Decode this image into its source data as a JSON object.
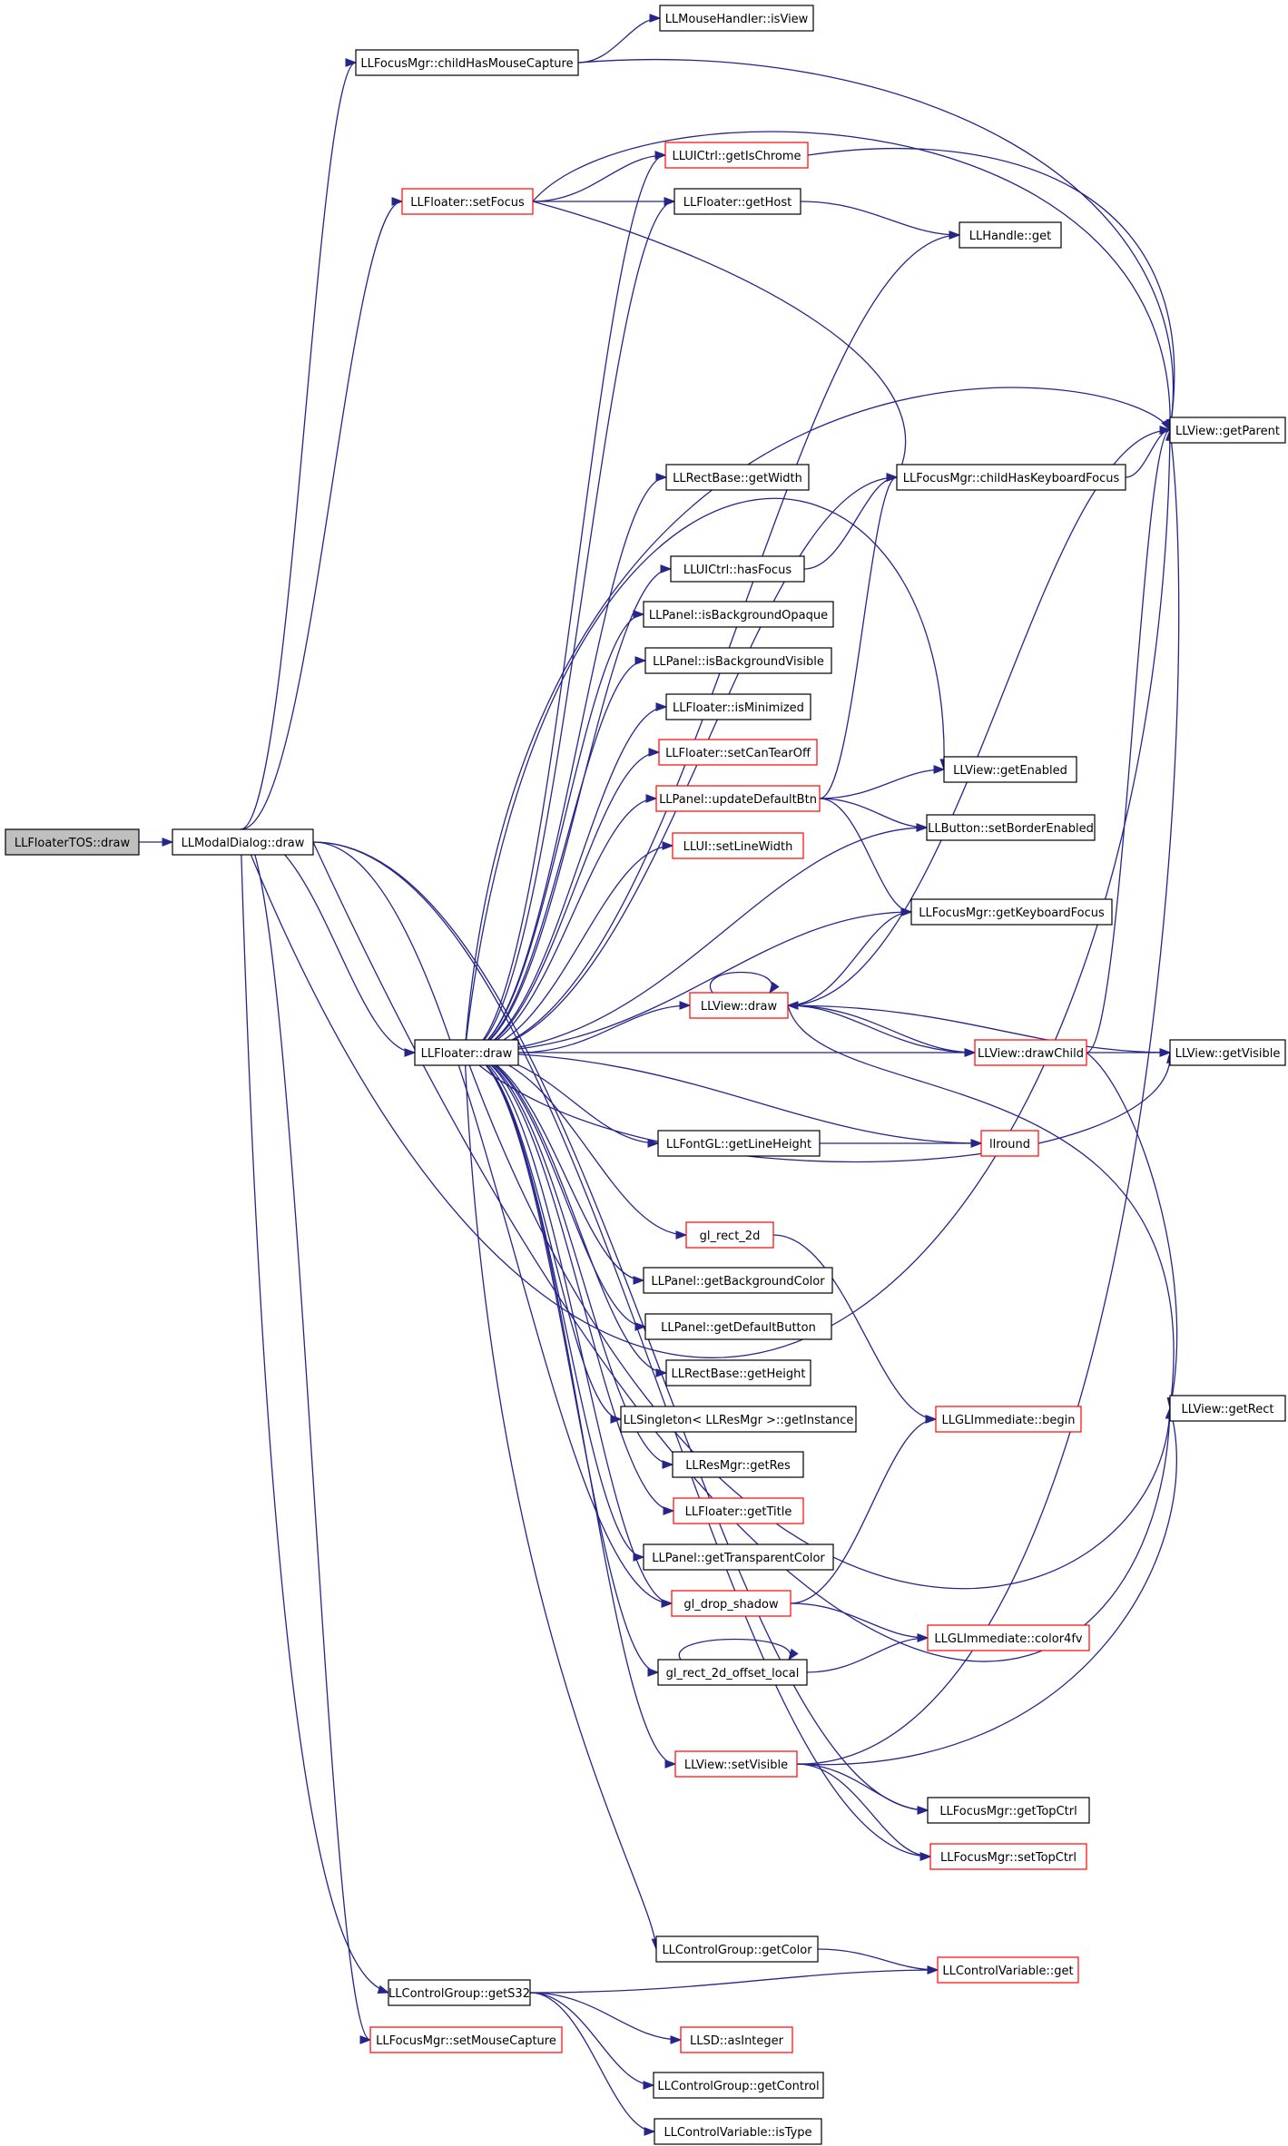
{
  "diagram": {
    "colors": {
      "edge": "#25258a",
      "node_border": "#000000",
      "node_border_undocumented": "#ff0000",
      "root_fill": "#bfbfbf",
      "node_fill": "#ffffff"
    },
    "nodes": [
      {
        "id": "root",
        "label": "LLFloaterTOS::draw",
        "style": "root"
      },
      {
        "id": "modal",
        "label": "LLModalDialog::draw",
        "style": "normal"
      },
      {
        "id": "mouseCapture",
        "label": "LLFocusMgr::childHasMouseCapture",
        "style": "normal"
      },
      {
        "id": "isView",
        "label": "LLMouseHandler::isView",
        "style": "normal"
      },
      {
        "id": "setFocus",
        "label": "LLFloater::setFocus",
        "style": "red"
      },
      {
        "id": "isChrome",
        "label": "LLUICtrl::getIsChrome",
        "style": "red"
      },
      {
        "id": "getHost",
        "label": "LLFloater::getHost",
        "style": "normal"
      },
      {
        "id": "handleGet",
        "label": "LLHandle::get",
        "style": "normal"
      },
      {
        "id": "getParent",
        "label": "LLView::getParent",
        "style": "normal"
      },
      {
        "id": "rectWidth",
        "label": "LLRectBase::getWidth",
        "style": "normal"
      },
      {
        "id": "kbFocus",
        "label": "LLFocusMgr::childHasKeyboardFocus",
        "style": "normal"
      },
      {
        "id": "hasFocus",
        "label": "LLUICtrl::hasFocus",
        "style": "normal"
      },
      {
        "id": "bgOpaque",
        "label": "LLPanel::isBackgroundOpaque",
        "style": "normal"
      },
      {
        "id": "bgVisible",
        "label": "LLPanel::isBackgroundVisible",
        "style": "normal"
      },
      {
        "id": "isMin",
        "label": "LLFloater::isMinimized",
        "style": "normal"
      },
      {
        "id": "tearOff",
        "label": "LLFloater::setCanTearOff",
        "style": "red"
      },
      {
        "id": "updDefBtn",
        "label": "LLPanel::updateDefaultBtn",
        "style": "red"
      },
      {
        "id": "getEnabled",
        "label": "LLView::getEnabled",
        "style": "normal"
      },
      {
        "id": "borderEn",
        "label": "LLButton::setBorderEnabled",
        "style": "normal"
      },
      {
        "id": "lineWidth",
        "label": "LLUI::setLineWidth",
        "style": "red"
      },
      {
        "id": "getKbFocus",
        "label": "LLFocusMgr::getKeyboardFocus",
        "style": "normal"
      },
      {
        "id": "viewDraw",
        "label": "LLView::draw",
        "style": "red"
      },
      {
        "id": "floaterDraw",
        "label": "LLFloater::draw",
        "style": "normal"
      },
      {
        "id": "drawChild",
        "label": "LLView::drawChild",
        "style": "red"
      },
      {
        "id": "getVisible",
        "label": "LLView::getVisible",
        "style": "normal"
      },
      {
        "id": "lineHeight",
        "label": "LLFontGL::getLineHeight",
        "style": "normal"
      },
      {
        "id": "llround",
        "label": "llround",
        "style": "red"
      },
      {
        "id": "rect2d",
        "label": "gl_rect_2d",
        "style": "red"
      },
      {
        "id": "bgColor",
        "label": "LLPanel::getBackgroundColor",
        "style": "normal"
      },
      {
        "id": "defButton",
        "label": "LLPanel::getDefaultButton",
        "style": "normal"
      },
      {
        "id": "rectHeight",
        "label": "LLRectBase::getHeight",
        "style": "normal"
      },
      {
        "id": "singleton",
        "label": "LLSingleton< LLResMgr >::getInstance",
        "style": "normal"
      },
      {
        "id": "glBegin",
        "label": "LLGLImmediate::begin",
        "style": "red"
      },
      {
        "id": "getRect",
        "label": "LLView::getRect",
        "style": "normal"
      },
      {
        "id": "getRes",
        "label": "LLResMgr::getRes",
        "style": "normal"
      },
      {
        "id": "getTitle",
        "label": "LLFloater::getTitle",
        "style": "red"
      },
      {
        "id": "transColor",
        "label": "LLPanel::getTransparentColor",
        "style": "normal"
      },
      {
        "id": "dropShadow",
        "label": "gl_drop_shadow",
        "style": "red"
      },
      {
        "id": "color4fv",
        "label": "LLGLImmediate::color4fv",
        "style": "red"
      },
      {
        "id": "rectOffset",
        "label": "gl_rect_2d_offset_local",
        "style": "normal"
      },
      {
        "id": "setVisible",
        "label": "LLView::setVisible",
        "style": "red"
      },
      {
        "id": "getTopCtrl",
        "label": "LLFocusMgr::getTopCtrl",
        "style": "normal"
      },
      {
        "id": "setTopCtrl",
        "label": "LLFocusMgr::setTopCtrl",
        "style": "red"
      },
      {
        "id": "cgGetColor",
        "label": "LLControlGroup::getColor",
        "style": "normal"
      },
      {
        "id": "cvGet",
        "label": "LLControlVariable::get",
        "style": "red"
      },
      {
        "id": "getS32",
        "label": "LLControlGroup::getS32",
        "style": "normal"
      },
      {
        "id": "setMouseCap",
        "label": "LLFocusMgr::setMouseCapture",
        "style": "red"
      },
      {
        "id": "asInteger",
        "label": "LLSD::asInteger",
        "style": "red"
      },
      {
        "id": "getControl",
        "label": "LLControlGroup::getControl",
        "style": "normal"
      },
      {
        "id": "isType",
        "label": "LLControlVariable::isType",
        "style": "normal"
      }
    ],
    "edges": [
      [
        "root",
        "modal"
      ],
      [
        "modal",
        "mouseCapture"
      ],
      [
        "modal",
        "setFocus"
      ],
      [
        "modal",
        "floaterDraw"
      ],
      [
        "modal",
        "dropShadow"
      ],
      [
        "modal",
        "getTopCtrl"
      ],
      [
        "modal",
        "setTopCtrl"
      ],
      [
        "modal",
        "getRect"
      ],
      [
        "modal",
        "getS32"
      ],
      [
        "modal",
        "setMouseCap"
      ],
      [
        "modal",
        "getParent"
      ],
      [
        "mouseCapture",
        "isView"
      ],
      [
        "mouseCapture",
        "getParent"
      ],
      [
        "setFocus",
        "isChrome"
      ],
      [
        "setFocus",
        "getHost"
      ],
      [
        "setFocus",
        "kbFocus"
      ],
      [
        "setFocus",
        "getParent"
      ],
      [
        "isChrome",
        "getParent"
      ],
      [
        "getHost",
        "handleGet"
      ],
      [
        "kbFocus",
        "getParent"
      ],
      [
        "hasFocus",
        "kbFocus"
      ],
      [
        "updDefBtn",
        "getEnabled"
      ],
      [
        "updDefBtn",
        "borderEn"
      ],
      [
        "updDefBtn",
        "getKbFocus"
      ],
      [
        "updDefBtn",
        "kbFocus"
      ],
      [
        "viewDraw",
        "viewDraw"
      ],
      [
        "viewDraw",
        "getKbFocus"
      ],
      [
        "viewDraw",
        "drawChild"
      ],
      [
        "viewDraw",
        "getParent"
      ],
      [
        "viewDraw",
        "getVisible"
      ],
      [
        "viewDraw",
        "getRect"
      ],
      [
        "drawChild",
        "viewDraw"
      ],
      [
        "drawChild",
        "getVisible"
      ],
      [
        "drawChild",
        "getParent"
      ],
      [
        "drawChild",
        "getRect"
      ],
      [
        "floaterDraw",
        "isChrome"
      ],
      [
        "floaterDraw",
        "getHost"
      ],
      [
        "floaterDraw",
        "handleGet"
      ],
      [
        "floaterDraw",
        "getParent"
      ],
      [
        "floaterDraw",
        "rectWidth"
      ],
      [
        "floaterDraw",
        "kbFocus"
      ],
      [
        "floaterDraw",
        "hasFocus"
      ],
      [
        "floaterDraw",
        "bgOpaque"
      ],
      [
        "floaterDraw",
        "bgVisible"
      ],
      [
        "floaterDraw",
        "isMin"
      ],
      [
        "floaterDraw",
        "tearOff"
      ],
      [
        "floaterDraw",
        "updDefBtn"
      ],
      [
        "floaterDraw",
        "getEnabled"
      ],
      [
        "floaterDraw",
        "borderEn"
      ],
      [
        "floaterDraw",
        "lineWidth"
      ],
      [
        "floaterDraw",
        "getKbFocus"
      ],
      [
        "floaterDraw",
        "viewDraw"
      ],
      [
        "floaterDraw",
        "drawChild"
      ],
      [
        "floaterDraw",
        "lineHeight"
      ],
      [
        "floaterDraw",
        "llround"
      ],
      [
        "floaterDraw",
        "getVisible"
      ],
      [
        "floaterDraw",
        "rect2d"
      ],
      [
        "floaterDraw",
        "bgColor"
      ],
      [
        "floaterDraw",
        "defButton"
      ],
      [
        "floaterDraw",
        "rectHeight"
      ],
      [
        "floaterDraw",
        "singleton"
      ],
      [
        "floaterDraw",
        "getRes"
      ],
      [
        "floaterDraw",
        "getTitle"
      ],
      [
        "floaterDraw",
        "transColor"
      ],
      [
        "floaterDraw",
        "dropShadow"
      ],
      [
        "floaterDraw",
        "rectOffset"
      ],
      [
        "floaterDraw",
        "getRect"
      ],
      [
        "floaterDraw",
        "setVisible"
      ],
      [
        "floaterDraw",
        "cgGetColor"
      ],
      [
        "lineHeight",
        "llround"
      ],
      [
        "rect2d",
        "glBegin"
      ],
      [
        "dropShadow",
        "glBegin"
      ],
      [
        "dropShadow",
        "color4fv"
      ],
      [
        "rectOffset",
        "rectOffset"
      ],
      [
        "rectOffset",
        "color4fv"
      ],
      [
        "setVisible",
        "getTopCtrl"
      ],
      [
        "setVisible",
        "setTopCtrl"
      ],
      [
        "setVisible",
        "getParent"
      ],
      [
        "setVisible",
        "getRect"
      ],
      [
        "cgGetColor",
        "cvGet"
      ],
      [
        "getS32",
        "cvGet"
      ],
      [
        "getS32",
        "asInteger"
      ],
      [
        "getS32",
        "getControl"
      ],
      [
        "getS32",
        "isType"
      ]
    ]
  }
}
